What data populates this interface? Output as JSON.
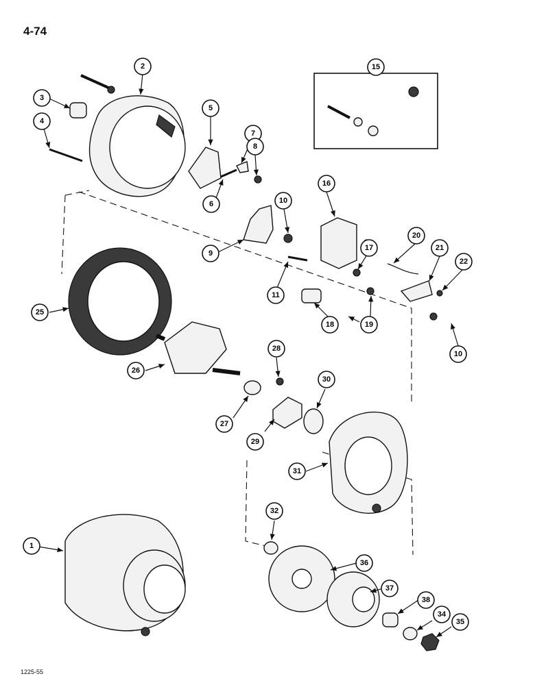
{
  "page_number": "4-74",
  "figure_code": "1225-55",
  "callouts": [
    "1",
    "2",
    "3",
    "4",
    "5",
    "6",
    "7",
    "8",
    "9",
    "10",
    "10",
    "11",
    "15",
    "16",
    "17",
    "18",
    "19",
    "20",
    "21",
    "22",
    "25",
    "26",
    "27",
    "28",
    "29",
    "30",
    "31",
    "32",
    "34",
    "35",
    "36",
    "37",
    "38"
  ]
}
